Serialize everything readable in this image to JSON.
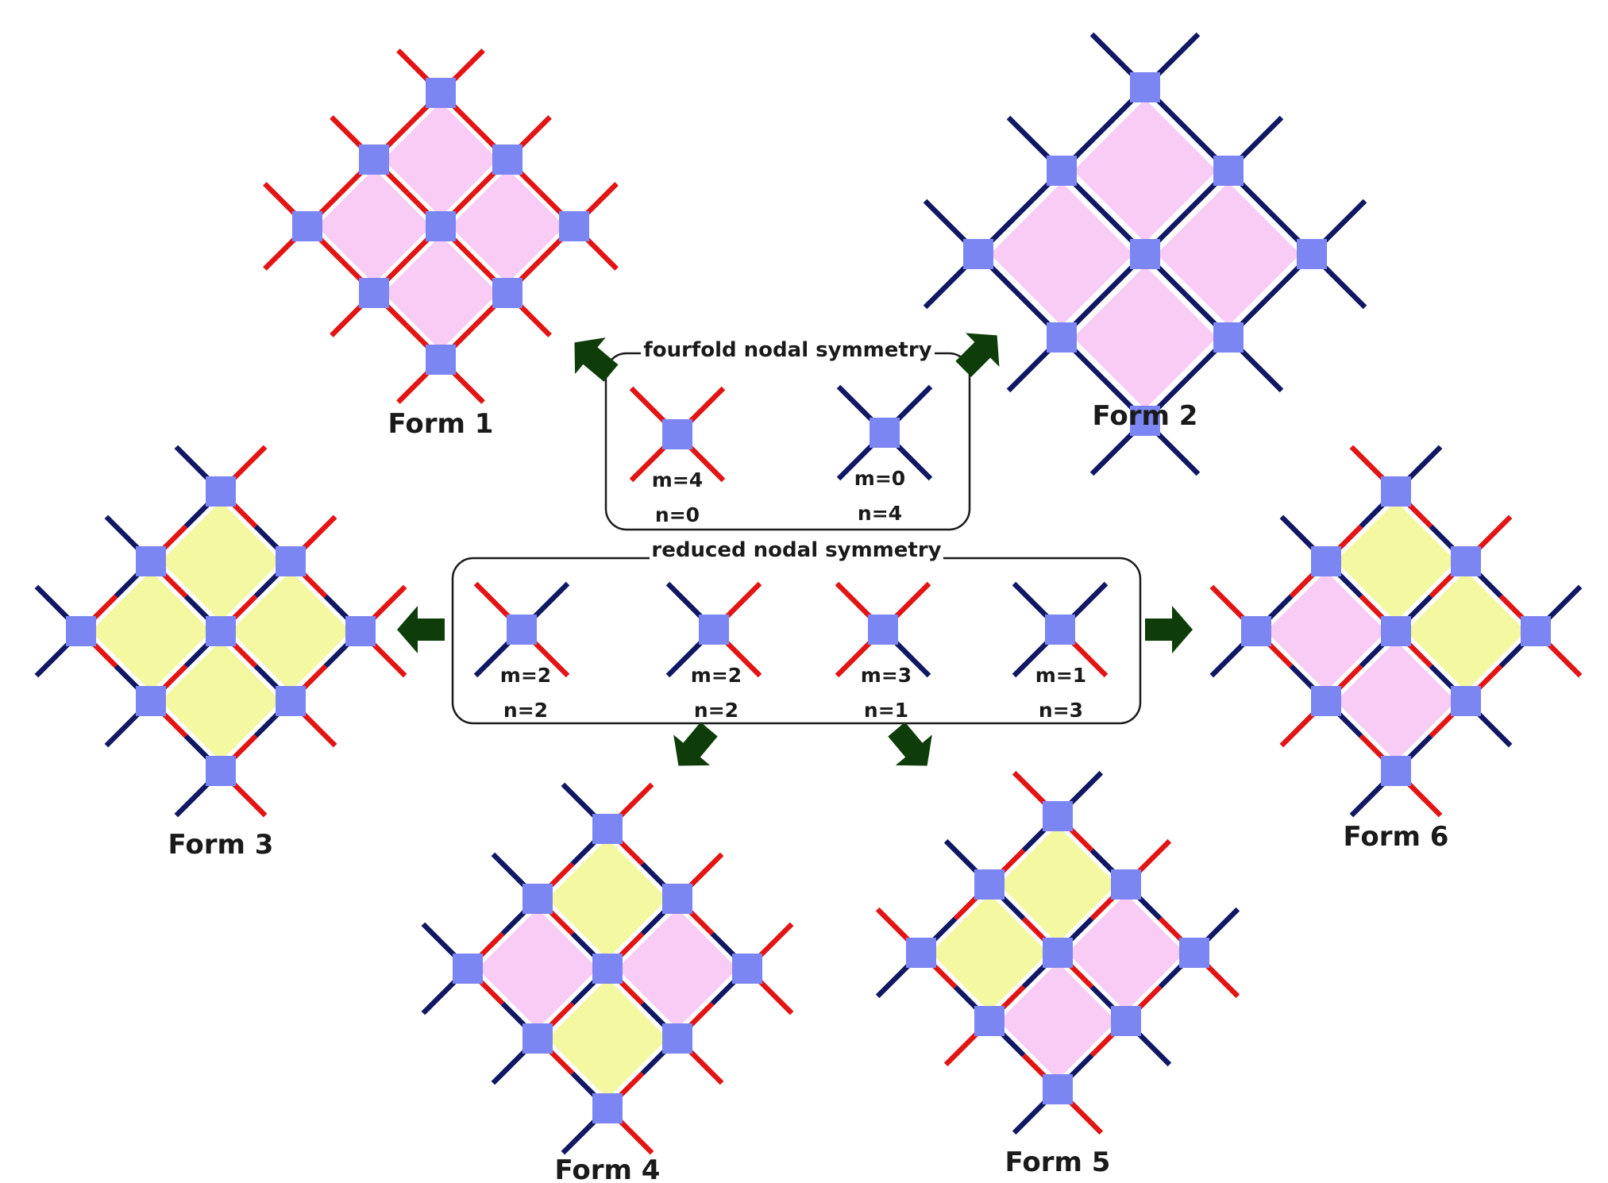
{
  "colors": {
    "red": "#e31414",
    "navy": "#101763",
    "node": "#7b86f2",
    "pink": "#f8ccf5",
    "yellow": "#f4f8a0",
    "arrow": "#0e3d0a",
    "box": "#1a1a1a",
    "text": "#1a1a1a",
    "background": "#ffffff"
  },
  "boxes": {
    "fourfold": {
      "title": "fourfold nodal symmetry"
    },
    "reduced": {
      "title": "reduced nodal symmetry"
    }
  },
  "legend_nodes": [
    {
      "box": "fourfold",
      "m": "m=4",
      "n": "n=0",
      "arms": [
        "red",
        "red",
        "red",
        "red"
      ]
    },
    {
      "box": "fourfold",
      "m": "m=0",
      "n": "n=4",
      "arms": [
        "navy",
        "navy",
        "navy",
        "navy"
      ]
    },
    {
      "box": "reduced",
      "m": "m=2",
      "n": "n=2",
      "arms": [
        "red",
        "navy",
        "navy",
        "red"
      ]
    },
    {
      "box": "reduced",
      "m": "m=2",
      "n": "n=2",
      "arms": [
        "navy",
        "red",
        "navy",
        "red"
      ]
    },
    {
      "box": "reduced",
      "m": "m=3",
      "n": "n=1",
      "arms": [
        "red",
        "red",
        "red",
        "navy"
      ]
    },
    {
      "box": "reduced",
      "m": "m=1",
      "n": "n=3",
      "arms": [
        "navy",
        "navy",
        "navy",
        "red"
      ]
    }
  ],
  "forms": [
    {
      "label": "Form 1",
      "cells": [
        "pink",
        "pink",
        "pink",
        "pink"
      ],
      "arm_scheme": "all-red"
    },
    {
      "label": "Form 2",
      "cells": [
        "pink",
        "pink",
        "pink",
        "pink"
      ],
      "arm_scheme": "all-navy"
    },
    {
      "label": "Form 3",
      "cells": [
        "yellow",
        "yellow",
        "yellow",
        "yellow"
      ],
      "arm_scheme": "alternating"
    },
    {
      "label": "Form 4",
      "cells": [
        "yellow",
        "pink",
        "pink",
        "yellow"
      ],
      "arm_scheme": "alternating"
    },
    {
      "label": "Form 5",
      "cells": [
        "yellow",
        "yellow",
        "pink",
        "pink"
      ],
      "arm_scheme": "mixed"
    },
    {
      "label": "Form 6",
      "cells": [
        "yellow",
        "pink",
        "yellow",
        "pink"
      ],
      "arm_scheme": "mixed"
    }
  ]
}
